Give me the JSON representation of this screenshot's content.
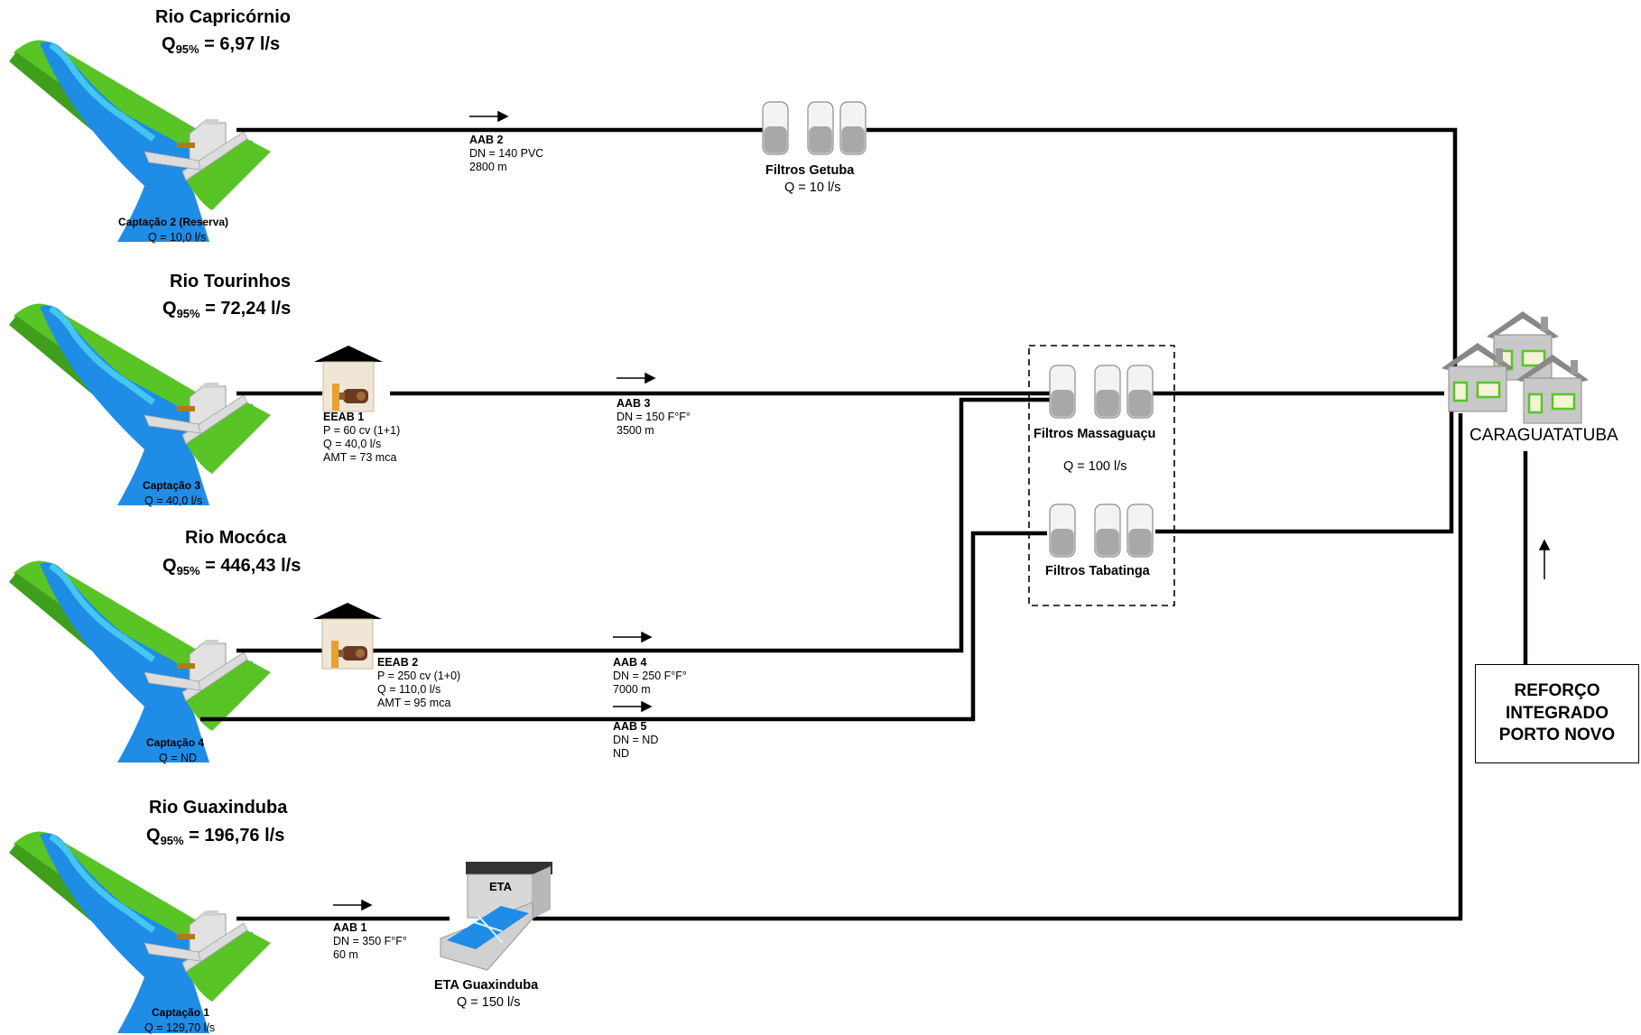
{
  "rivers": [
    {
      "title": "Rio Capricórnio",
      "flow_prefix": "Q",
      "flow_sub": "95%",
      "flow_value": " = 6,97 l/s",
      "intake_name": "Captação 2 (Reserva)",
      "intake_flow": "Q = 10,0 l/s"
    },
    {
      "title": "Rio Tourinhos",
      "flow_prefix": "Q",
      "flow_sub": "95%",
      "flow_value": " = 72,24 l/s",
      "intake_name": "Captação 3",
      "intake_flow": "Q = 40,0 l/s"
    },
    {
      "title": "Rio Mocóca",
      "flow_prefix": "Q",
      "flow_sub": "95%",
      "flow_value": " = 446,43 l/s",
      "intake_name": "Captação 4",
      "intake_flow": "Q = ND"
    },
    {
      "title": "Rio Guaxinduba",
      "flow_prefix": "Q",
      "flow_sub": "95%",
      "flow_value": " = 196,76 l/s",
      "intake_name": "Captação 1",
      "intake_flow": "Q = 129,70 l/s"
    }
  ],
  "pipelines": [
    {
      "name": "AAB 2",
      "dn": "DN = 140 PVC",
      "length": "2800 m"
    },
    {
      "name": "AAB 3",
      "dn": "DN = 150 F°F°",
      "length": "3500 m"
    },
    {
      "name": "AAB 4",
      "dn": "DN = 250 F°F°",
      "length": "7000 m"
    },
    {
      "name": "AAB 5",
      "dn": "DN = ND",
      "length": "ND"
    },
    {
      "name": "AAB 1",
      "dn": "DN = 350 F°F°",
      "length": "60 m"
    }
  ],
  "pump_stations": [
    {
      "name": "EEAB 1",
      "power": "P = 60 cv (1+1)",
      "flow": "Q = 40,0 l/s",
      "head": "AMT = 73 mca"
    },
    {
      "name": "EEAB 2",
      "power": "P = 250 cv (1+0)",
      "flow": "Q = 110,0 l/s",
      "head": "AMT = 95 mca"
    }
  ],
  "filters": {
    "getuba": {
      "name": "Filtros Getuba",
      "flow": "Q = 10 l/s"
    },
    "massaguacu": {
      "name": "Filtros Massaguaçu",
      "flow": "Q = 100 l/s"
    },
    "tabatinga": {
      "name": "Filtros Tabatinga"
    }
  },
  "eta": {
    "label": "ETA",
    "name": "ETA Guaxinduba",
    "flow": "Q = 150 l/s"
  },
  "city": {
    "name": "CARAGUATATUBA"
  },
  "reforco": {
    "line1": "REFORÇO",
    "line2": "INTEGRADO",
    "line3": "PORTO NOVO"
  },
  "colors": {
    "grass": "#58c426",
    "water": "#1f8ce6",
    "water_light": "#45c6f0",
    "pipe": "#000000",
    "house": "#c2c2c2"
  }
}
